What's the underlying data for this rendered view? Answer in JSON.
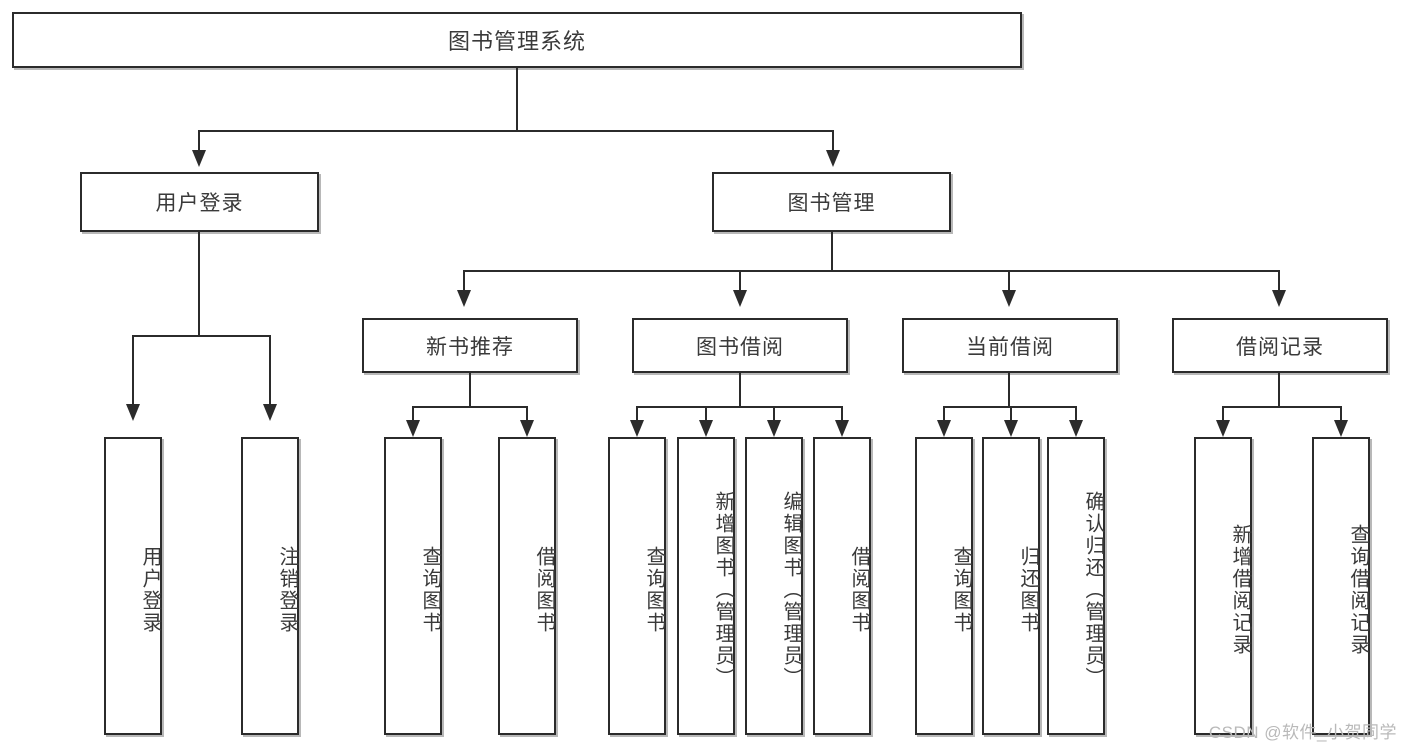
{
  "diagram": {
    "title": "图书管理系统",
    "type": "tree-hierarchy",
    "watermark": "CSDN @软件_小贺同学",
    "colors": {
      "stroke": "#2b2b2b",
      "fill": "#ffffff",
      "text": "#3a3a3a",
      "watermark": "#b9b9b9"
    },
    "levels": {
      "root": {
        "label": "图书管理系统"
      },
      "level1": [
        {
          "id": "user-login",
          "label": "用户登录"
        },
        {
          "id": "book-manage",
          "label": "图书管理"
        }
      ],
      "level2": [
        {
          "id": "new-book-rec",
          "label": "新书推荐",
          "parent": "book-manage"
        },
        {
          "id": "book-borrow",
          "label": "图书借阅",
          "parent": "book-manage"
        },
        {
          "id": "current-borrow",
          "label": "当前借阅",
          "parent": "book-manage"
        },
        {
          "id": "borrow-record",
          "label": "借阅记录",
          "parent": "book-manage"
        }
      ],
      "leaves": {
        "user-login": [
          {
            "id": "leaf-user-login",
            "label": "用户登录"
          },
          {
            "id": "leaf-logout",
            "label": "注销登录"
          }
        ],
        "new-book-rec": [
          {
            "id": "leaf-query-book-1",
            "label": "查询图书"
          },
          {
            "id": "leaf-borrow-book-1",
            "label": "借阅图书"
          }
        ],
        "book-borrow": [
          {
            "id": "leaf-query-book-2",
            "label": "查询图书"
          },
          {
            "id": "leaf-add-book",
            "label": "新增图书（管理员）"
          },
          {
            "id": "leaf-edit-book",
            "label": "编辑图书（管理员）"
          },
          {
            "id": "leaf-borrow-book-2",
            "label": "借阅图书"
          }
        ],
        "current-borrow": [
          {
            "id": "leaf-query-book-3",
            "label": "查询图书"
          },
          {
            "id": "leaf-return-book",
            "label": "归还图书"
          },
          {
            "id": "leaf-confirm-return",
            "label": "确认归还（管理员）"
          }
        ],
        "borrow-record": [
          {
            "id": "leaf-add-record",
            "label": "新增借阅记录"
          },
          {
            "id": "leaf-query-record",
            "label": "查询借阅记录"
          }
        ]
      }
    }
  }
}
